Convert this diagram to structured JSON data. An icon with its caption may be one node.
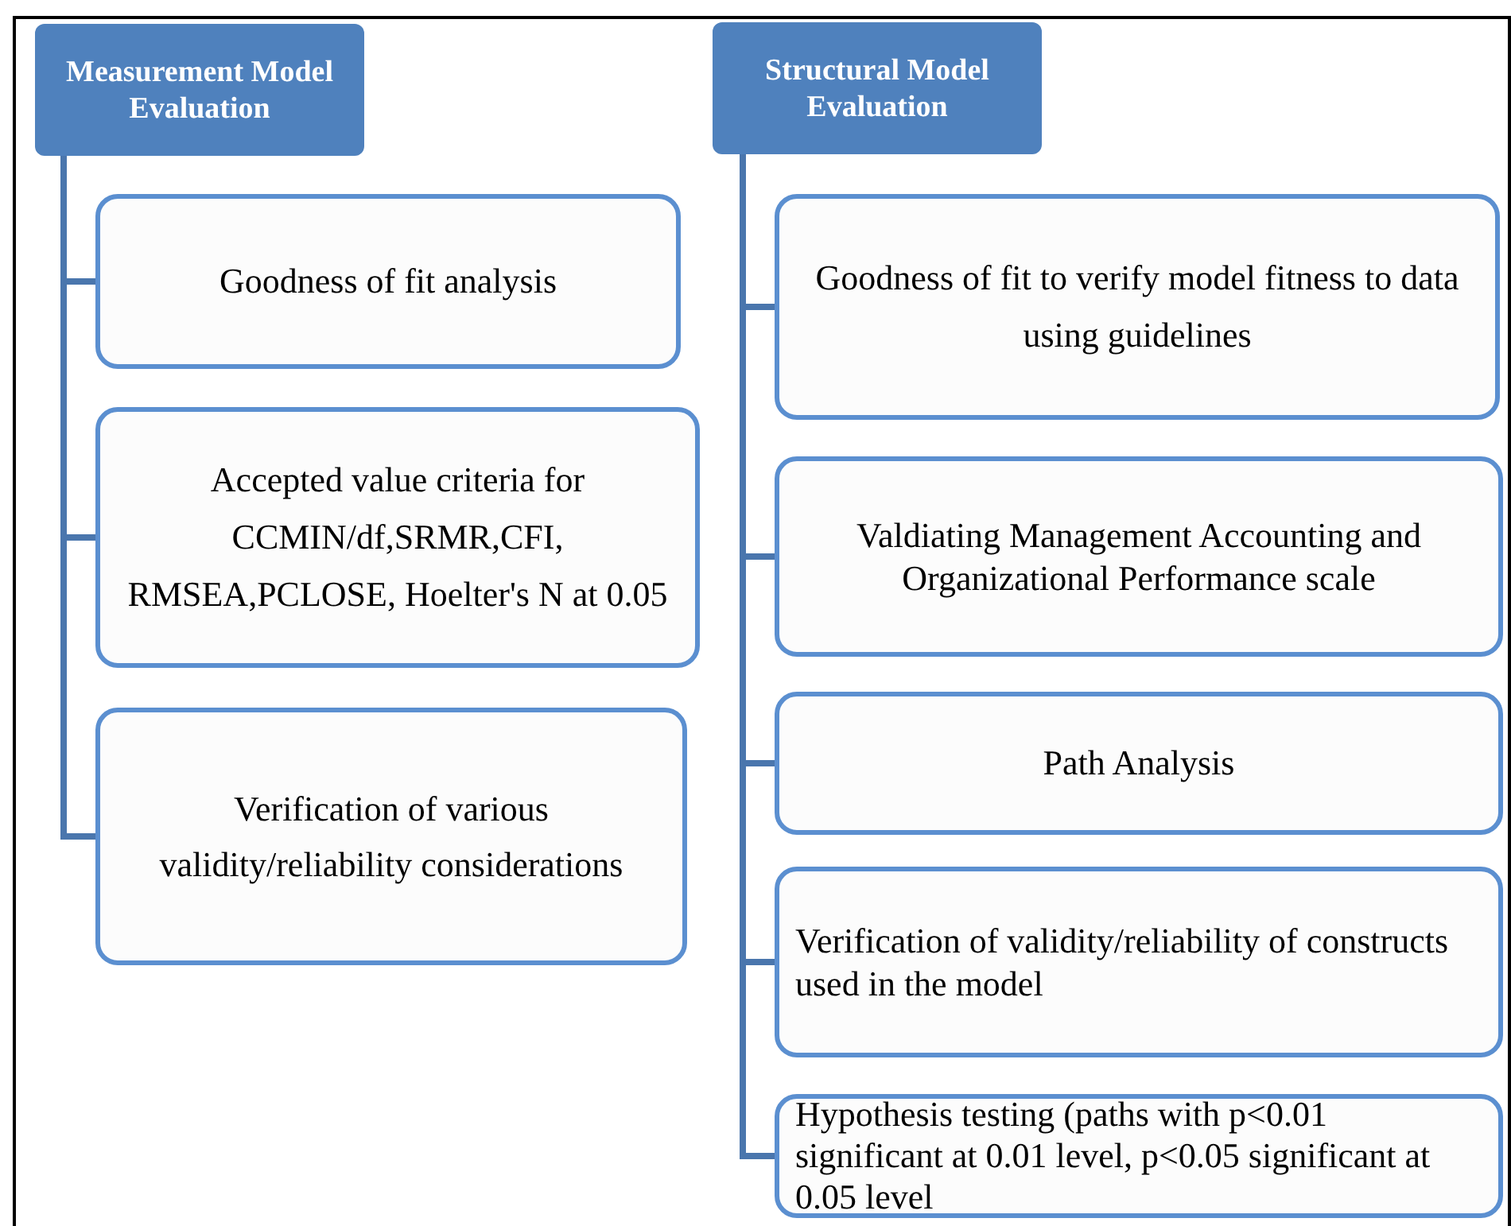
{
  "diagram": {
    "nodes": [
      {
        "text": [
          "Measurement Model Evaluation"
        ]
      },
      {
        "text": [
          "Goodness of fit analysis"
        ]
      },
      {
        "text": [
          "Accepted value criteria for CCMIN/df,SRMR,CFI, RMSEA,PCLOSE, Hoelter's N at 0.05"
        ]
      },
      {
        "text": [
          "Verification of various validity/reliability considerations"
        ]
      },
      {
        "text": [
          "Structural Model Evaluation"
        ]
      },
      {
        "text": [
          "Goodness of fit to verify model fitness to data using guidelines"
        ]
      },
      {
        "text": [
          "Valdiating Management Accounting and Organizational Performance scale"
        ]
      },
      {
        "text": [
          "Path Analysis"
        ]
      },
      {
        "text": [
          "Verification of validity/reliability of constructs used in the model"
        ]
      },
      {
        "text": [
          "Hypothesis testing (paths with p<0.01 significant at 0.01 level, p<0.05 significant at 0.05 level"
        ]
      }
    ],
    "edges": [
      {
        "from": 0,
        "to": 1,
        "arrow": "none"
      },
      {
        "from": 0,
        "to": 2,
        "arrow": "none"
      },
      {
        "from": 0,
        "to": 3,
        "arrow": "none"
      },
      {
        "from": 4,
        "to": 5,
        "arrow": "none"
      },
      {
        "from": 4,
        "to": 6,
        "arrow": "none"
      },
      {
        "from": 4,
        "to": 7,
        "arrow": "none"
      },
      {
        "from": 4,
        "to": 8,
        "arrow": "none"
      },
      {
        "from": 4,
        "to": 9,
        "arrow": "none"
      }
    ]
  }
}
